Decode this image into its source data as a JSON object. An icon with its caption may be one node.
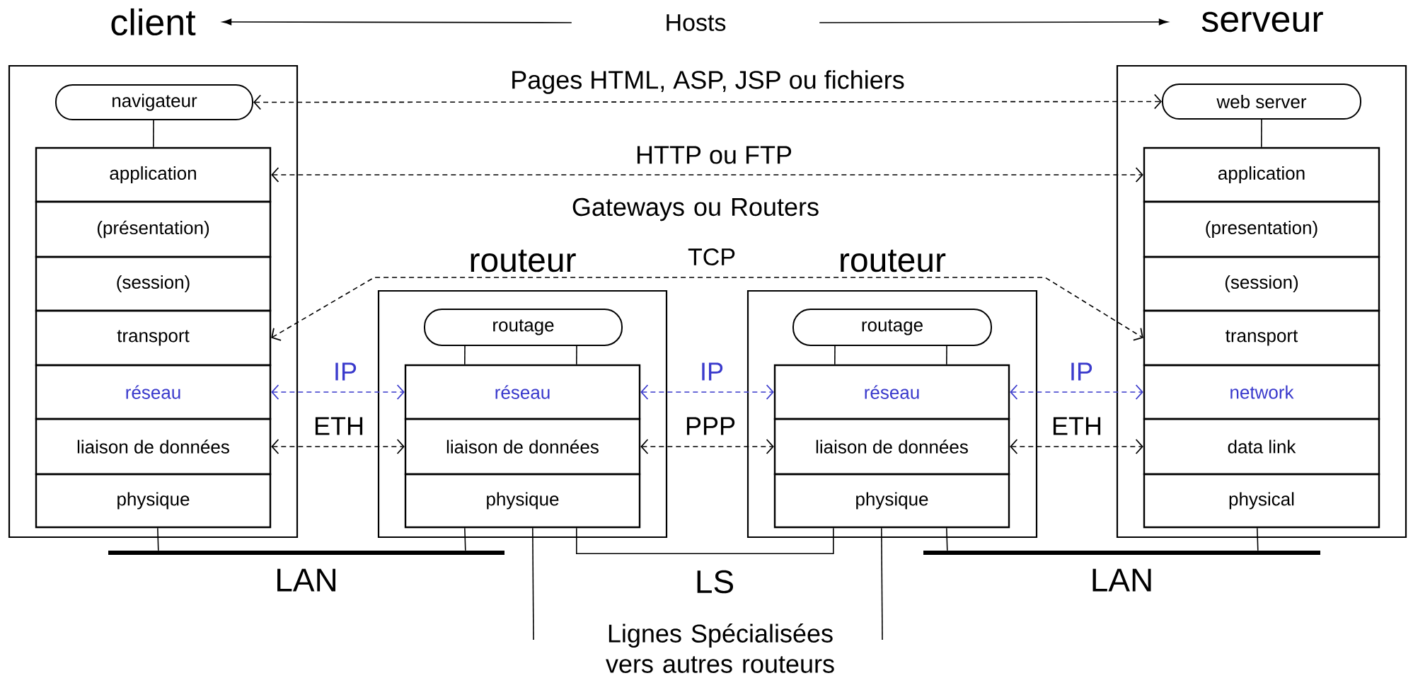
{
  "diagram": {
    "nodes": [
      {
        "text": [
          "client"
        ]
      },
      {
        "text": [
          "Hosts"
        ]
      },
      {
        "text": [
          "serveur"
        ]
      },
      {
        "text": [],
        "shape": "box"
      },
      {
        "text": [
          "navigateur"
        ],
        "in": 3
      },
      {
        "text": [
          "application"
        ],
        "in": 3
      },
      {
        "text": [
          "(présentation)"
        ],
        "in": 3
      },
      {
        "text": [
          "(session)"
        ],
        "in": 3
      },
      {
        "text": [
          "transport"
        ],
        "in": 3
      },
      {
        "text": [
          "réseau"
        ],
        "in": 3
      },
      {
        "text": [
          "liaison de données"
        ],
        "in": 3
      },
      {
        "text": [
          "physique"
        ],
        "in": 3
      },
      {
        "text": [
          "routeur"
        ]
      },
      {
        "text": [
          "routage"
        ],
        "in": 12
      },
      {
        "text": [
          "réseau"
        ],
        "in": 12
      },
      {
        "text": [
          "liaison de données"
        ],
        "in": 12
      },
      {
        "text": [
          "physique"
        ],
        "in": 12
      },
      {
        "text": [
          "routeur"
        ]
      },
      {
        "text": [
          "routage"
        ],
        "in": 17
      },
      {
        "text": [
          "réseau"
        ],
        "in": 17
      },
      {
        "text": [
          "liaison de données"
        ],
        "in": 17
      },
      {
        "text": [
          "physique"
        ],
        "in": 17
      },
      {
        "text": [],
        "shape": "box"
      },
      {
        "text": [
          "web server"
        ],
        "in": 22
      },
      {
        "text": [
          "application"
        ],
        "in": 22
      },
      {
        "text": [
          "(presentation)"
        ],
        "in": 22
      },
      {
        "text": [
          "(session)"
        ],
        "in": 22
      },
      {
        "text": [
          "transport"
        ],
        "in": 22
      },
      {
        "text": [
          "network"
        ],
        "in": 22
      },
      {
        "text": [
          "data link"
        ],
        "in": 22
      },
      {
        "text": [
          "physical"
        ],
        "in": 22
      },
      {
        "text": [
          "LAN"
        ]
      },
      {
        "text": [
          "LAN"
        ]
      }
    ],
    "edges": [
      {
        "from": 1,
        "to": 0,
        "arrow": "to"
      },
      {
        "from": 1,
        "to": 2,
        "arrow": "to"
      },
      {
        "from": 4,
        "to": 23,
        "arrow": "both",
        "style": "dashed",
        "label": "Pages HTML, ASP, JSP ou fichiers"
      },
      {
        "from": 5,
        "to": 24,
        "arrow": "both",
        "style": "dashed",
        "label": "HTTP ou FTP"
      },
      {
        "from": 8,
        "to": 27,
        "arrow": "both",
        "style": "dashed",
        "label": "TCP"
      },
      {
        "from": 9,
        "to": 14,
        "arrow": "both",
        "style": "dashed",
        "color": "#3a3acc",
        "label": "IP"
      },
      {
        "from": 10,
        "to": 15,
        "arrow": "both",
        "style": "dashed",
        "label": "ETH"
      },
      {
        "from": 14,
        "to": 19,
        "arrow": "both",
        "style": "dashed",
        "color": "#3a3acc",
        "label": "IP"
      },
      {
        "from": 15,
        "to": 20,
        "arrow": "both",
        "style": "dashed",
        "label": "PPP"
      },
      {
        "from": 19,
        "to": 28,
        "arrow": "both",
        "style": "dashed",
        "color": "#3a3acc",
        "label": "IP"
      },
      {
        "from": 20,
        "to": 29,
        "arrow": "both",
        "style": "dashed",
        "label": "ETH"
      },
      {
        "from": 4,
        "to": 5,
        "arrow": "none"
      },
      {
        "from": 13,
        "to": 14,
        "arrow": "none"
      },
      {
        "from": 13,
        "to": 14,
        "arrow": "none"
      },
      {
        "from": 18,
        "to": 19,
        "arrow": "none"
      },
      {
        "from": 18,
        "to": 19,
        "arrow": "none"
      },
      {
        "from": 23,
        "to": 24,
        "arrow": "none"
      },
      {
        "from": 11,
        "to": 31,
        "arrow": "none"
      },
      {
        "from": 16,
        "to": 31,
        "arrow": "none"
      },
      {
        "from": 21,
        "to": 32,
        "arrow": "none"
      },
      {
        "from": 30,
        "to": 32,
        "arrow": "none"
      },
      {
        "from": 16,
        "to": 21,
        "arrow": "none",
        "label": "LS"
      },
      {
        "from": 16,
        "to": null,
        "arrow": "none"
      },
      {
        "from": 21,
        "to": null,
        "arrow": "none"
      }
    ],
    "labels": [
      "Gateways ou Routers",
      "Lignes Spécialisées vers autres routeurs"
    ]
  }
}
